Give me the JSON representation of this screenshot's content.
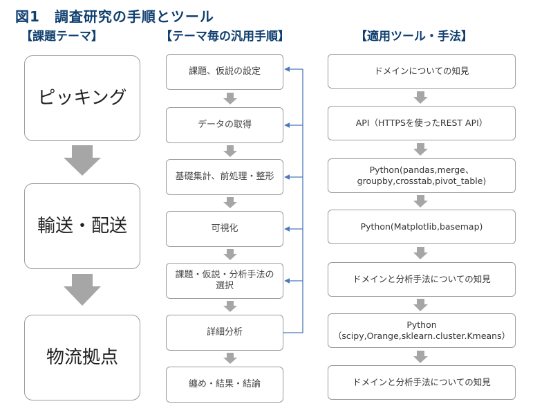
{
  "figure_title": "図1　調査研究の手順とツール",
  "columns": {
    "themes": "【課題テーマ】",
    "steps": "【テーマ毎の汎用手順】",
    "tools": "【適用ツール・手法】"
  },
  "themes": [
    {
      "label": "ピッキング"
    },
    {
      "label": "輸送・配送"
    },
    {
      "label": "物流拠点"
    }
  ],
  "steps": [
    {
      "label": "課題、仮説の設定"
    },
    {
      "label": "データの取得"
    },
    {
      "label": "基礎集計、前処理・整形"
    },
    {
      "label": "可視化"
    },
    {
      "label": "課題・仮説・分析手法の選択"
    },
    {
      "label": "詳細分析"
    },
    {
      "label": "纏め・結果・結論"
    }
  ],
  "tools": [
    {
      "label": "ドメインについての知見"
    },
    {
      "label": "API（HTTPSを使ったREST API）"
    },
    {
      "label": "Python(pandas,merge、groupby,crosstab,pivot_table)"
    },
    {
      "label": "Python(Matplotlib,basemap)"
    },
    {
      "label": "ドメインと分析手法についての知見"
    },
    {
      "label": "Python（scipy,Orange,sklearn.cluster.Kmeans）"
    },
    {
      "label": "ドメインと分析手法についての知見"
    }
  ],
  "colors": {
    "heading": "#0f3f6f",
    "arrow": "#a6a6a6",
    "border": "#9a9a9a",
    "feedback_line": "#4a7ab8"
  }
}
